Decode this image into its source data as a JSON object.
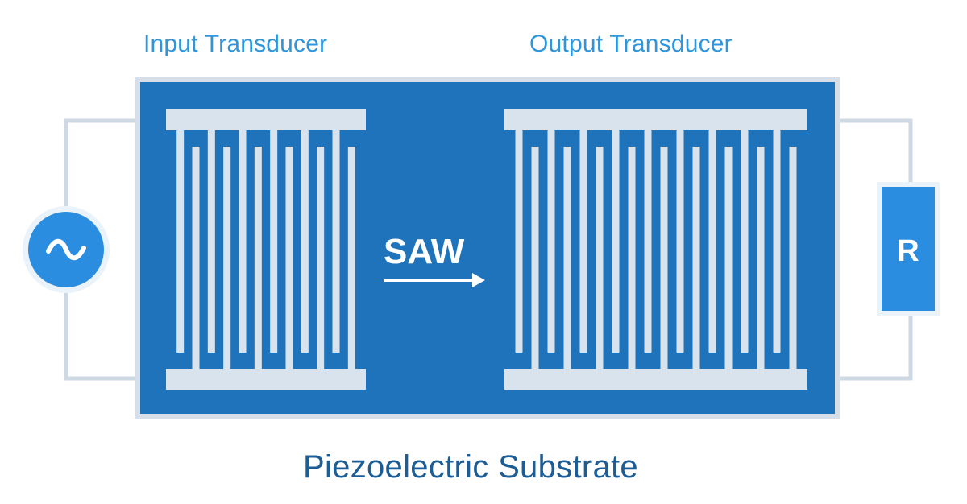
{
  "labels": {
    "input_transducer": "Input Transducer",
    "output_transducer": "Output Transducer",
    "substrate": "Piezoelectric Substrate",
    "saw": "SAW",
    "resistor": "R"
  },
  "icons": {
    "source": "ac-source-icon",
    "wave_arrow": "arrow-right-icon"
  },
  "colors": {
    "substrate": "#1f73bb",
    "electrode": "#d9e3ee",
    "wire": "#cfd9e4",
    "label_blue": "#2f96dc",
    "title_blue": "#1d5d96",
    "source_fill": "#2a8de0",
    "resistor_fill": "#2a8de0"
  },
  "transducers": {
    "input_finger_pairs": 6,
    "output_finger_pairs": 9
  }
}
